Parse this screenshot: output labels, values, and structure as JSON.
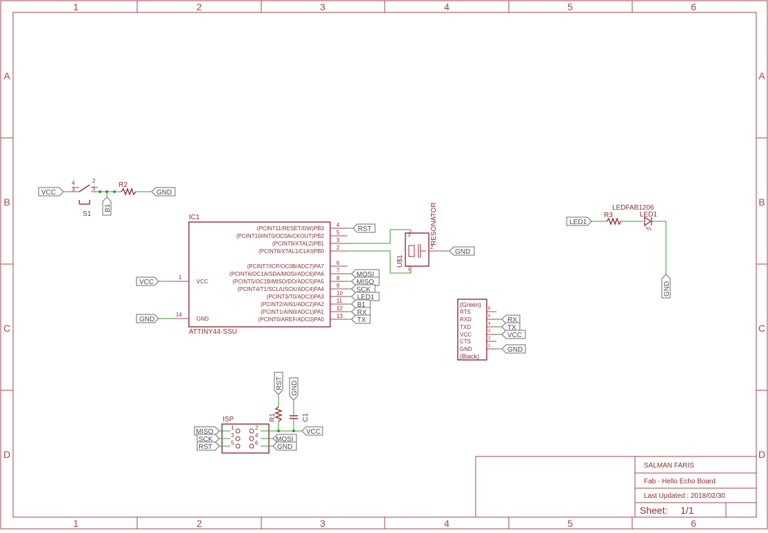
{
  "frame": {
    "columns": [
      "1",
      "2",
      "3",
      "4",
      "5",
      "6"
    ],
    "rows": [
      "A",
      "B",
      "C",
      "D"
    ]
  },
  "title_block": {
    "author": "SALMAN FARIS",
    "board": "Fab - Hello Echo Board",
    "updated": "Last Updated : 2018/02/30",
    "sheet_label": "Sheet:",
    "sheet_value": "1/1"
  },
  "switch_section": {
    "vcc": "VCC",
    "gnd": "GND",
    "s1": "S1",
    "r2": "R2",
    "b1": "B1",
    "pin4": "4",
    "pin3": "3",
    "pin2": "2",
    "pin1": "1"
  },
  "ic": {
    "ref": "IC1",
    "part": "ATTINY44-SSU",
    "vcc_pin": "1",
    "vcc_name": "VCC",
    "gnd_pin": "14",
    "gnd_name": "GND",
    "vcc_net": "VCC",
    "gnd_net": "GND",
    "pins": [
      {
        "name": "(PCINT11/RESET/DW)PB3",
        "num": "4",
        "net": "RST"
      },
      {
        "name": "(PCINT10/INT0/OC0A/CKOUT)PB2",
        "num": "5",
        "net": ""
      },
      {
        "name": "(PCINT9/XTAL2)PB1",
        "num": "3",
        "net": ""
      },
      {
        "name": "(PCINT8/XTAL1/CLKI)PB0",
        "num": "2",
        "net": ""
      },
      {
        "name": "(PCINT7/ICP/OC0B/ADC7)PA7",
        "num": "6",
        "net": ""
      },
      {
        "name": "(PCINT6/OC1A/SDA/MOSI/ADC6)PA6",
        "num": "7",
        "net": "MOSI"
      },
      {
        "name": "(PCINT5/OC1B/MISO/DO/ADC5)PA5",
        "num": "8",
        "net": "MISO"
      },
      {
        "name": "(PCINT4/T1/SCL/USCK/ADC4)PA4",
        "num": "9",
        "net": "SCK"
      },
      {
        "name": "(PCINT3/T0/ADC3)PA3",
        "num": "10",
        "net": "LED1"
      },
      {
        "name": "(PCINT2/AIN1/ADC2)PA2",
        "num": "11",
        "net": "B1"
      },
      {
        "name": "(PCINT1/AIN0/ADC1)PA1",
        "num": "12",
        "net": "RX"
      },
      {
        "name": "(PCINT0/AREF/ADC0)PA0",
        "num": "13",
        "net": "TX"
      }
    ]
  },
  "resonator": {
    "name": "RESONATOR",
    "ref": "U$1",
    "pin3": "3",
    "pin2": "2",
    "pin1": "1",
    "gnd": "GND"
  },
  "led_section": {
    "net": "LED1",
    "r3": "R3",
    "part": "LEDFAB1206",
    "ref": "LED1",
    "gnd": "GND"
  },
  "ftdi": {
    "top": "(Green)",
    "bottom": "(Black)",
    "pins": [
      {
        "name": "RTS",
        "num": "6",
        "net": ""
      },
      {
        "name": "RXD",
        "num": "5",
        "net": "RX"
      },
      {
        "name": "TXD",
        "num": "4",
        "net": "TX"
      },
      {
        "name": "VCC",
        "num": "3",
        "net": "VCC"
      },
      {
        "name": "CTS",
        "num": "2",
        "net": ""
      },
      {
        "name": "GND",
        "num": "1",
        "net": "GND"
      }
    ]
  },
  "isp": {
    "ref": "ISP",
    "left_nets": [
      "MISO",
      "SCK",
      "RST"
    ],
    "left_nums": [
      "1",
      "3",
      "5"
    ],
    "right_nums": [
      "2",
      "4",
      "6"
    ],
    "right_nets": [
      "",
      "MOSI",
      "GND"
    ],
    "r1": "R1",
    "c1": "C1",
    "rst": "RST",
    "gnd": "GND",
    "vcc": "VCC"
  }
}
